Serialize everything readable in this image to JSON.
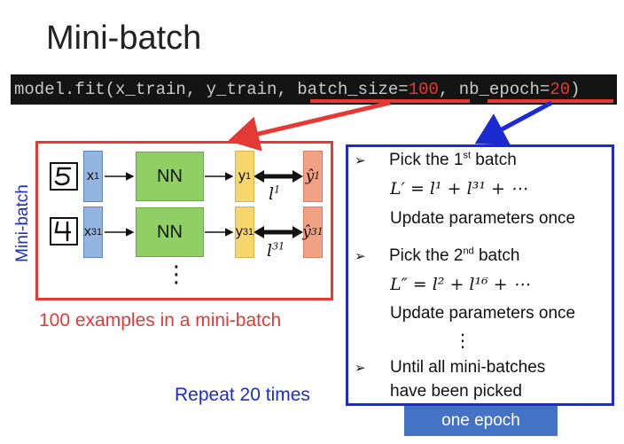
{
  "title": "Mini-batch",
  "code": {
    "prefix": "model.fit(x_train, y_train, ",
    "batch_key": "batch_size=",
    "batch_val": "100",
    "sep": ", ",
    "epoch_key": "nb_epoch=",
    "epoch_val": "20",
    "suffix": ")"
  },
  "vertical_label": "Mini-batch",
  "rows": [
    {
      "x": "x",
      "x_sup": "1",
      "nn": "NN",
      "y": "y",
      "y_sup": "1",
      "yhat_sup": "1",
      "l": "l",
      "l_sup": "1"
    },
    {
      "x": "x",
      "x_sup": "31",
      "nn": "NN",
      "y": "y",
      "y_sup": "31",
      "yhat_sup": "31",
      "l": "l",
      "l_sup": "31"
    }
  ],
  "yhat_symbol": "ŷ",
  "more_dots": "⋮",
  "left_caption": "100 examples in a mini-batch",
  "repeat_caption": "Repeat 20 times",
  "epoch_label": "one epoch",
  "bullet_symbol": "➢",
  "steps": [
    {
      "pick_pre": "Pick the 1",
      "pick_sup": "st",
      "pick_post": " batch",
      "formula": "L′ = l¹ + l³¹ + ⋯",
      "update": "Update parameters once"
    },
    {
      "pick_pre": "Pick the 2",
      "pick_sup": "nd",
      "pick_post": " batch",
      "formula": "L″ = l² + l¹⁶ + ⋯",
      "update": "Update parameters once"
    }
  ],
  "steps_dots": "⋮",
  "final_step_line1": "Until all mini-batches",
  "final_step_line2": "have been picked",
  "colors": {
    "red": "#e53935",
    "blue": "#1a2bd1",
    "epoch_bg": "#4472c4"
  }
}
